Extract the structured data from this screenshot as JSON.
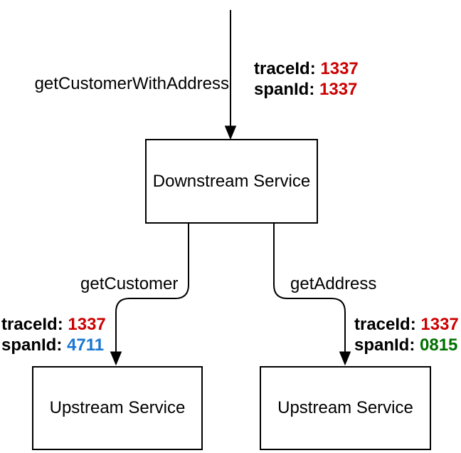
{
  "colors": {
    "root_span": "#cc0000",
    "root_trace": "#cc0000",
    "left_trace": "#cc0000",
    "left_span": "#1976d2",
    "right_trace": "#cc0000",
    "right_span": "#007000",
    "line": "#000000"
  },
  "nodes": {
    "downstream": {
      "label": "Downstream Service"
    },
    "upstream_left": {
      "label": "Upstream Service"
    },
    "upstream_right": {
      "label": "Upstream Service"
    }
  },
  "edges": {
    "root": {
      "label": "getCustomerWithAddress"
    },
    "left": {
      "label": "getCustomer"
    },
    "right": {
      "label": "getAddress"
    }
  },
  "traces": {
    "root": {
      "trace_label": "traceId:",
      "trace_value": "1337",
      "span_label": "spanId:",
      "span_value": "1337"
    },
    "left": {
      "trace_label": "traceId:",
      "trace_value": "1337",
      "span_label": "spanId:",
      "span_value": "4711"
    },
    "right": {
      "trace_label": "traceId:",
      "trace_value": "1337",
      "span_label": "spanId:",
      "span_value": "0815"
    }
  }
}
